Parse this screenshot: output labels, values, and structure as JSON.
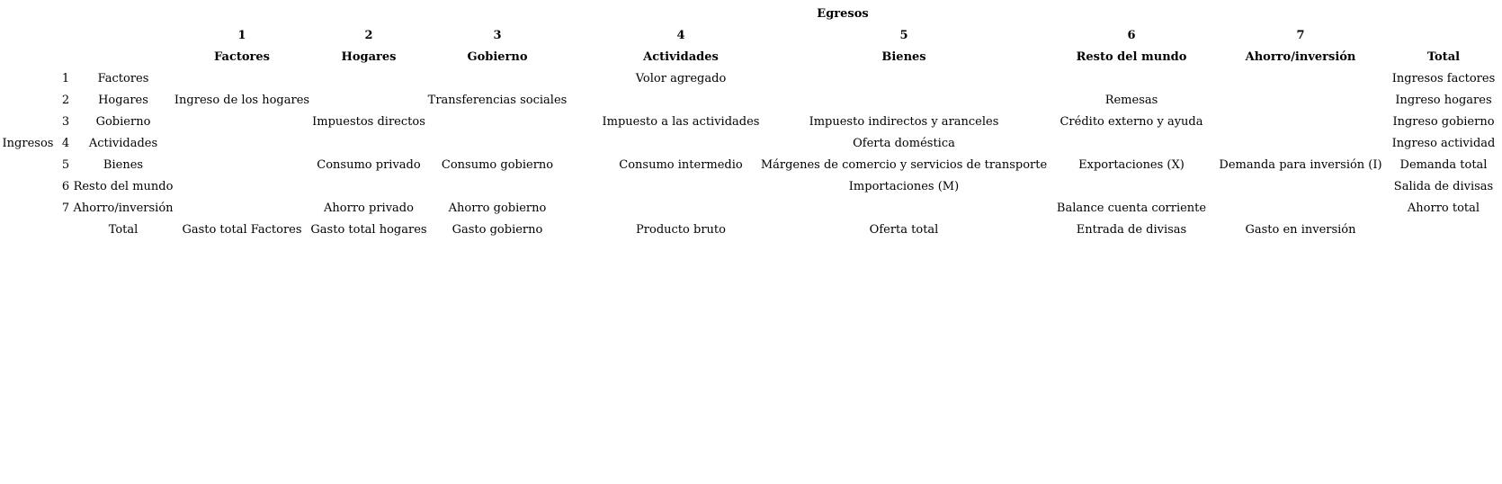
{
  "matrix": {
    "title": "Egresos",
    "row_axis_label": "Ingresos",
    "total_label": "Total",
    "columns": [
      {
        "num": "1",
        "label": "Factores"
      },
      {
        "num": "2",
        "label": "Hogares"
      },
      {
        "num": "3",
        "label": "Gobierno"
      },
      {
        "num": "4",
        "label": "Actividades"
      },
      {
        "num": "5",
        "label": "Bienes"
      },
      {
        "num": "6",
        "label": "Resto del mundo"
      },
      {
        "num": "7",
        "label": "Ahorro/inversión"
      }
    ],
    "rows": [
      {
        "num": "1",
        "label": "Factores",
        "cells": [
          "",
          "",
          "",
          "Volor agregado",
          "",
          "",
          ""
        ],
        "total": "Ingresos factores"
      },
      {
        "num": "2",
        "label": "Hogares",
        "cells": [
          "Ingreso de los hogares",
          "",
          "Transferencias sociales",
          "",
          "",
          "Remesas",
          ""
        ],
        "total": "Ingreso hogares"
      },
      {
        "num": "3",
        "label": "Gobierno",
        "cells": [
          "",
          "Impuestos directos",
          "",
          "Impuesto a las actividades",
          "Impuesto indirectos y aranceles",
          "Crédito externo y ayuda",
          ""
        ],
        "total": "Ingreso gobierno"
      },
      {
        "num": "4",
        "label": "Actividades",
        "cells": [
          "",
          "",
          "",
          "",
          "Oferta doméstica",
          "",
          ""
        ],
        "total": "Ingreso actividad"
      },
      {
        "num": "5",
        "label": "Bienes",
        "cells": [
          "",
          "Consumo privado",
          "Consumo gobierno",
          "Consumo intermedio",
          "Márgenes de comercio y servicios de transporte",
          "Exportaciones (X)",
          "Demanda para inversión (I)"
        ],
        "total": "Demanda total"
      },
      {
        "num": "6",
        "label": "Resto del mundo",
        "cells": [
          "",
          "",
          "",
          "",
          "Importaciones (M)",
          "",
          ""
        ],
        "total": "Salida de divisas"
      },
      {
        "num": "7",
        "label": "Ahorro/inversión",
        "cells": [
          "",
          "Ahorro privado",
          "Ahorro gobierno",
          "",
          "",
          "Balance cuenta corriente",
          ""
        ],
        "total": "Ahorro total"
      }
    ],
    "total_row": {
      "label": "Total",
      "cells": [
        "Gasto total Factores",
        "Gasto total hogares",
        "Gasto gobierno",
        "Producto bruto",
        "Oferta total",
        "Entrada de divisas",
        "Gasto en inversión"
      ],
      "total": ""
    }
  }
}
